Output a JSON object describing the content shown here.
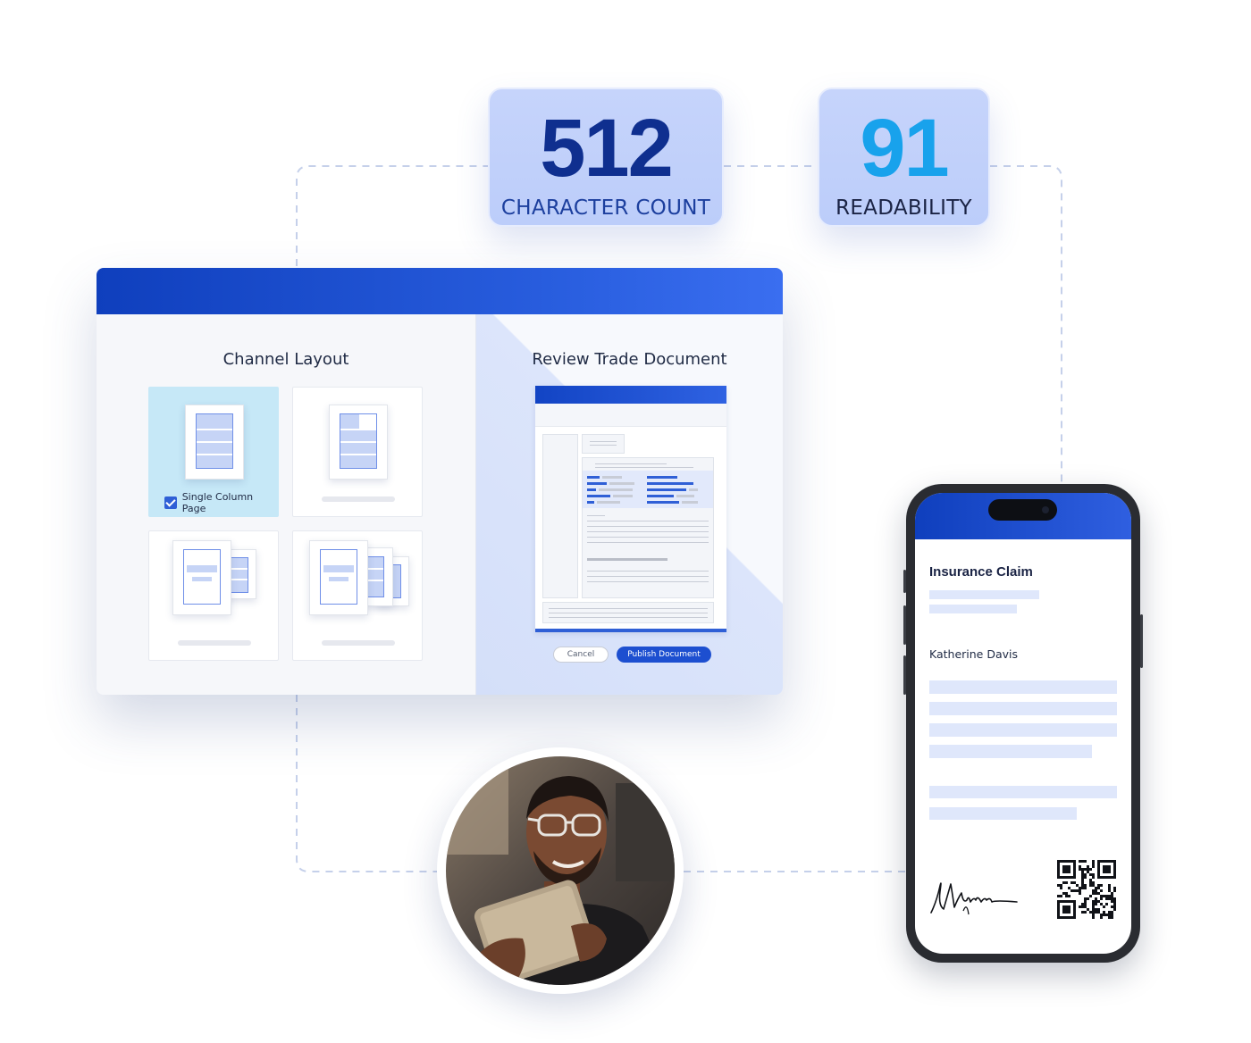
{
  "stats": {
    "characters": {
      "value": "512",
      "label": "CHARACTER COUNT"
    },
    "readability": {
      "value": "91",
      "label": "READABILITY"
    }
  },
  "layout_panel": {
    "title": "Channel Layout",
    "selected_option_label": "Single Column Page"
  },
  "review_panel": {
    "title": "Review Trade Document",
    "cancel_label": "Cancel",
    "publish_label": "Publish Document"
  },
  "phone": {
    "doc_title": "Insurance Claim",
    "name": "Katherine Davis"
  },
  "icons": [
    "checkbox-checked-icon",
    "signature-icon",
    "qr-code-icon",
    "person-with-tablet-photo"
  ],
  "colors": {
    "accent": "#1d4fd0",
    "stat_dark": "#0f2f8f",
    "stat_light": "#18a2ec",
    "card_bg": "#c6d4fb"
  }
}
